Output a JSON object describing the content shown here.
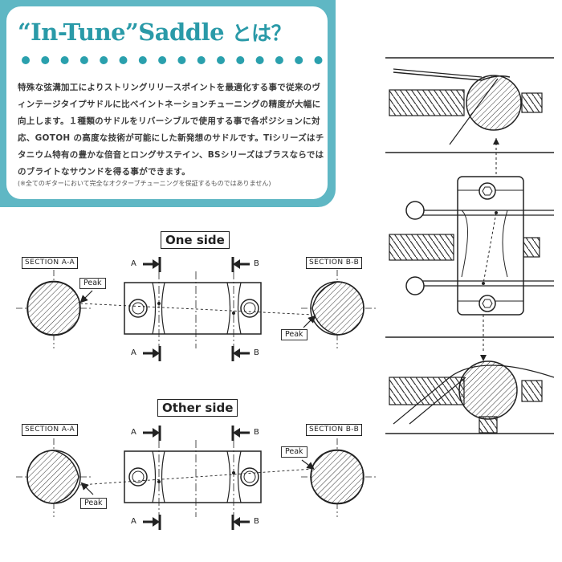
{
  "header": {
    "title_latin": "“In-Tune”Saddle",
    "title_jp": "とは？",
    "body": "特殊な弦溝加工によりストリングリリースポイントを最適化する事で従来のヴィンテージタイプサドルに比べイントネーションチューニングの精度が大幅に向上します。１種類のサドルをリバーシブルで使用する事で各ポジションに対応、GOTOH の高度な技術が可能にした新発想のサドルです。Tiシリーズはチタニウム特有の豊かな倍音とロングサステイン、BSシリーズはブラスならではのブライトなサウンドを得る事ができます。",
    "note": "(※全てのギターにおいて完全なオクターブチューニングを保証するものではありません)"
  },
  "one_side": {
    "label": "One side",
    "section_a": "SECTION A-A",
    "section_b": "SECTION B-B",
    "peak": "Peak",
    "marker_a": "A",
    "marker_b": "B"
  },
  "other_side": {
    "label": "Other side",
    "section_a": "SECTION A-A",
    "section_b": "SECTION B-B",
    "peak": "Peak",
    "marker_a": "A",
    "marker_b": "B"
  },
  "colors": {
    "accent": "#5fb7c4",
    "title": "#2a9aa8",
    "dots": "#2aa0ad",
    "line": "#222222"
  }
}
